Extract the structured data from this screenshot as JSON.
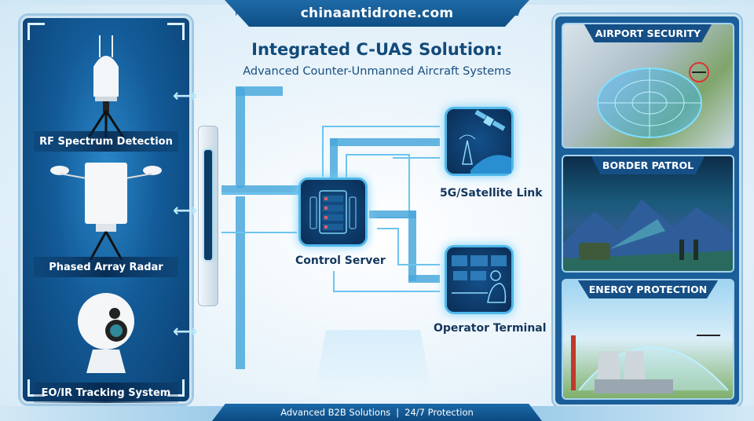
{
  "header": {
    "domain": "chinaantidrone.com",
    "title": "Integrated C-UAS Solution:",
    "subtitle": "Advanced Counter-Unmanned Aircraft Systems"
  },
  "sensors": [
    {
      "label": "RF Spectrum Detection",
      "icon": "rf-antenna-icon"
    },
    {
      "label": "Phased Array Radar",
      "icon": "radar-panel-icon"
    },
    {
      "label": "EO/IR Tracking System",
      "icon": "ptz-camera-icon"
    }
  ],
  "nodes": {
    "server": {
      "label": "Control Server",
      "icon": "server-rack-icon"
    },
    "link": {
      "label": "5G/Satellite Link",
      "icon": "satellite-tower-icon"
    },
    "operator": {
      "label": "Operator Terminal",
      "icon": "operator-console-icon"
    }
  },
  "scenarios": [
    {
      "label": "AIRPORT SECURITY"
    },
    {
      "label": "BORDER PATROL"
    },
    {
      "label": "ENERGY PROTECTION"
    }
  ],
  "footer": {
    "text": "Advanced B2B Solutions",
    "separator": "|",
    "text2": "24/7 Protection"
  },
  "colors": {
    "primary": "#0f4f86",
    "accent": "#4fb8ea",
    "text_dark": "#124a7a"
  }
}
